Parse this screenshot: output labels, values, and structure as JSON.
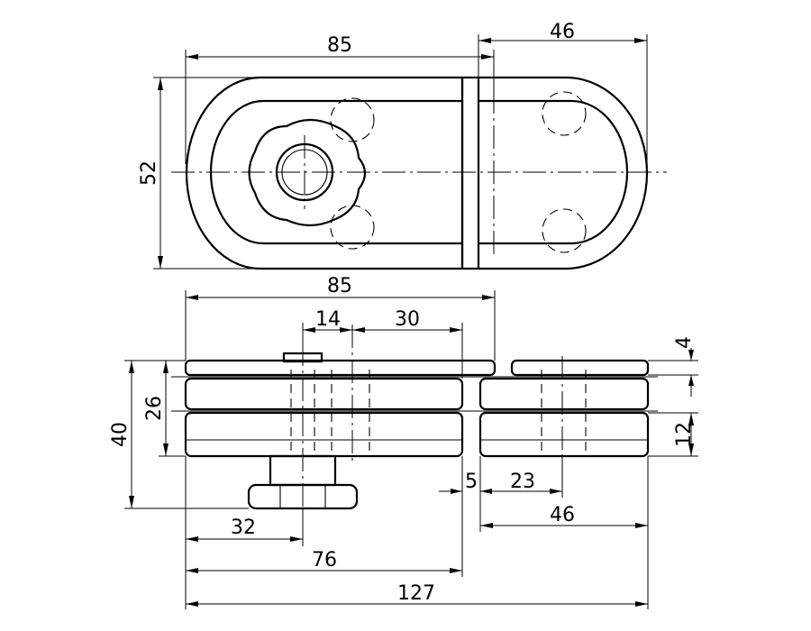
{
  "drawing": {
    "dimensions": {
      "top_width": "85",
      "top_right_width": "46",
      "top_height": "52",
      "side_width": "85",
      "bolt_offset": "14",
      "bolt_span": "30",
      "plate_thickness": "4",
      "overall_height": "40",
      "glass_thickness": "26",
      "lower_plate": "12",
      "gap": "5",
      "hole_offset": "23",
      "right_length": "46",
      "knob_offset": "32",
      "left_length": "76",
      "total_length": "127"
    }
  }
}
